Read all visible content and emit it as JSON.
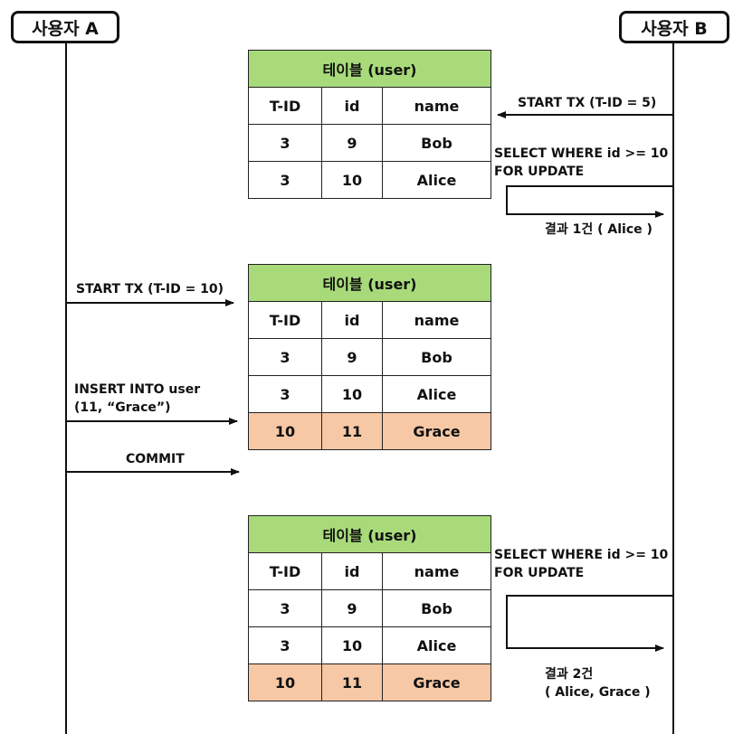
{
  "actors": {
    "a": "사용자 A",
    "b": "사용자 B"
  },
  "table_header": {
    "title": "테이블 (user)",
    "cols": [
      "T-ID",
      "id",
      "name"
    ]
  },
  "tables": [
    {
      "rows": [
        {
          "tid": "3",
          "id": "9",
          "name": "Bob"
        },
        {
          "tid": "3",
          "id": "10",
          "name": "Alice"
        }
      ]
    },
    {
      "rows": [
        {
          "tid": "3",
          "id": "9",
          "name": "Bob"
        },
        {
          "tid": "3",
          "id": "10",
          "name": "Alice"
        },
        {
          "tid": "10",
          "id": "11",
          "name": "Grace"
        }
      ]
    },
    {
      "rows": [
        {
          "tid": "3",
          "id": "9",
          "name": "Bob"
        },
        {
          "tid": "3",
          "id": "10",
          "name": "Alice"
        },
        {
          "tid": "10",
          "id": "11",
          "name": "Grace"
        }
      ]
    }
  ],
  "messages": {
    "b_start": "START TX (T-ID = 5)",
    "b_select1_line1": "SELECT  WHERE  id >= 10",
    "b_select1_line2": "FOR UPDATE",
    "b_result1": "결과 1건 ( Alice )",
    "a_start": "START TX (T-ID = 10)",
    "a_insert_line1": "INSERT INTO user",
    "a_insert_line2": "(11, “Grace”)",
    "a_commit": "COMMIT",
    "b_select2_line1": "SELECT  WHERE  id >= 10",
    "b_select2_line2": "FOR UPDATE",
    "b_result2_line1": "결과 2건",
    "b_result2_line2": "( Alice, Grace )"
  },
  "colors": {
    "title_fill": "#a8da7a",
    "inserted_row_fill": "#f7c8a5"
  }
}
